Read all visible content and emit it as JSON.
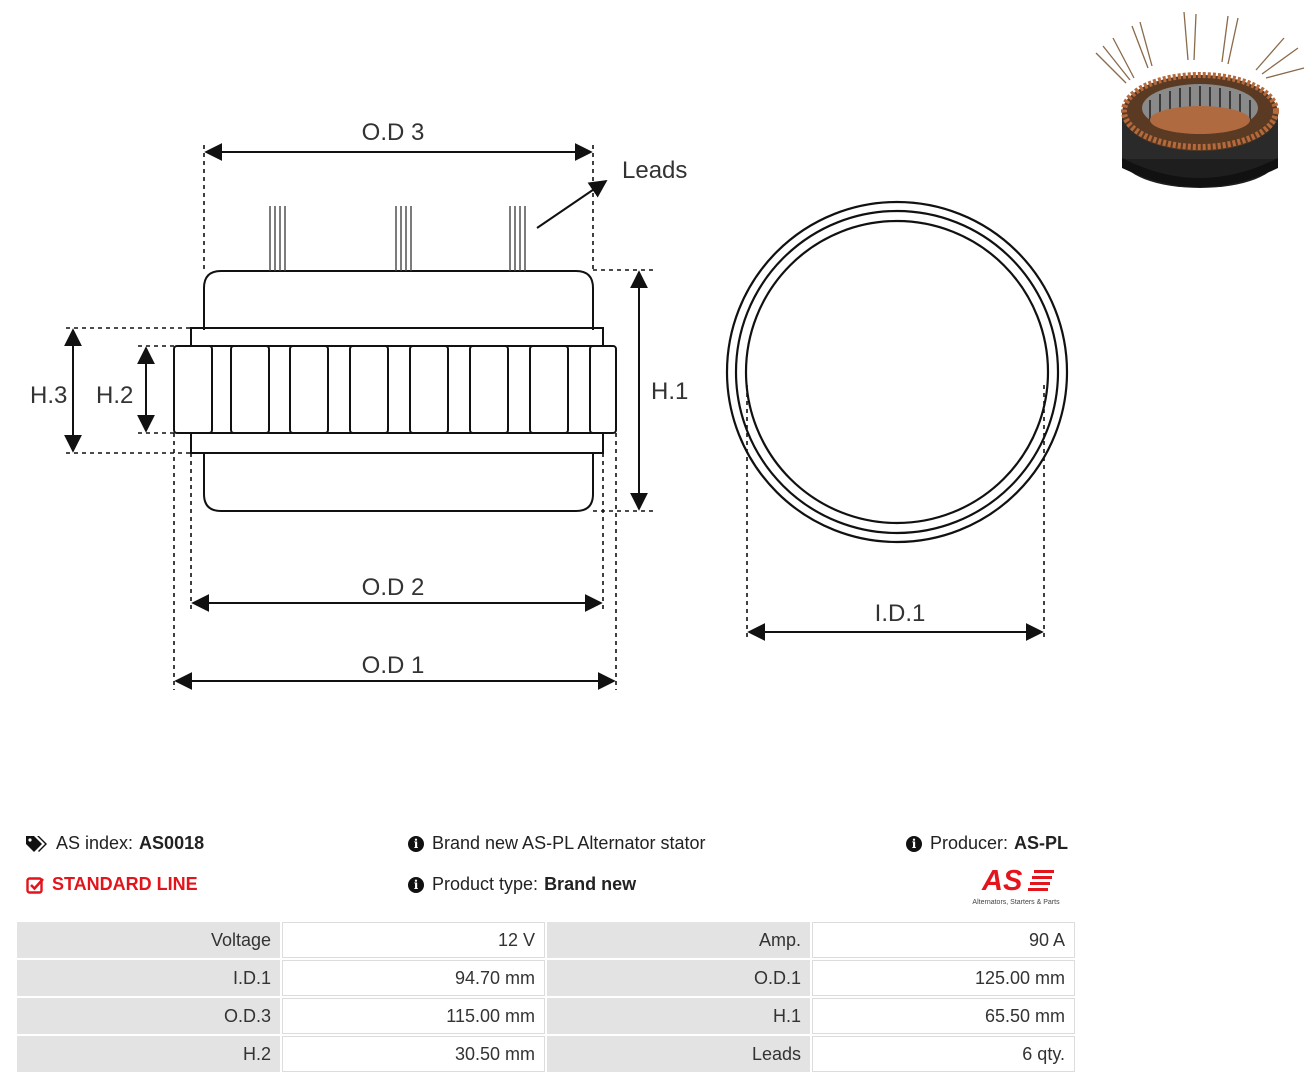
{
  "drawing": {
    "labels": {
      "od3": "O.D 3",
      "od2": "O.D 2",
      "od1": "O.D 1",
      "h1": "H.1",
      "h2": "H.2",
      "h3": "H.3",
      "leads": "Leads",
      "id1": "I.D.1"
    }
  },
  "info": {
    "as_index_label": "AS index:",
    "as_index_value": "AS0018",
    "standard_line": "STANDARD LINE",
    "description": "Brand new AS-PL Alternator stator",
    "product_type_label": "Product type:",
    "product_type_value": "Brand new",
    "producer_label": "Producer:",
    "producer_value": "AS-PL"
  },
  "logo": {
    "mark": "AS",
    "tagline": "Alternators, Starters & Parts",
    "color": "#e3141b"
  },
  "icons": {
    "tags": "tags-icon",
    "check_square": "check-square-icon",
    "info": "info-circle-icon"
  },
  "specs": [
    [
      "Voltage",
      "12 V",
      "Amp.",
      "90 A"
    ],
    [
      "I.D.1",
      "94.70 mm",
      "O.D.1",
      "125.00 mm"
    ],
    [
      "O.D.3",
      "115.00 mm",
      "H.1",
      "65.50 mm"
    ],
    [
      "H.2",
      "30.50 mm",
      "Leads",
      "6 qty."
    ]
  ]
}
